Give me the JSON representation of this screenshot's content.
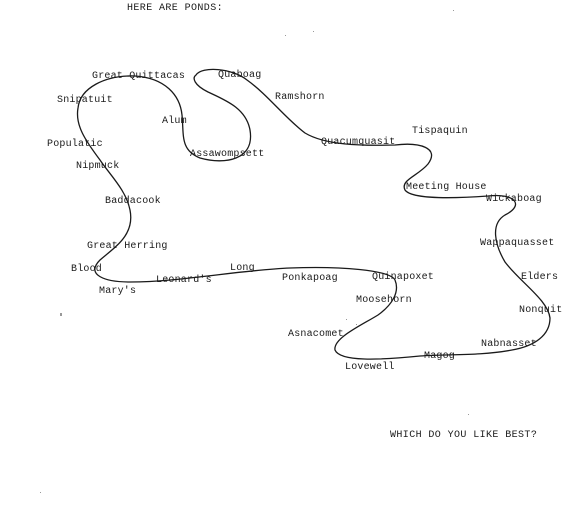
{
  "header": "HERE ARE PONDS:",
  "footer": "WHICH DO YOU LIKE BEST?",
  "ponds": [
    "Great Quittacas",
    "Quaboag",
    "Snipatuit",
    "Ramshorn",
    "Alum",
    "Populatic",
    "Assawompsett",
    "Quacumquasit",
    "Tispaquin",
    "Nipmuck",
    "Meeting House",
    "Baddacook",
    "Wickaboag",
    "Great Herring",
    "Wappaquasset",
    "Long",
    "Blood",
    "Leonard's",
    "Ponkapoag",
    "Quinapoxet",
    "Elders",
    "Mary's",
    "Moosehorn",
    "Nonquit",
    "Asnacomet",
    "Nabnasset",
    "Magog",
    "Lovewell"
  ],
  "colors": {
    "ink": "#1a1a1a",
    "paper": "#ffffff"
  }
}
